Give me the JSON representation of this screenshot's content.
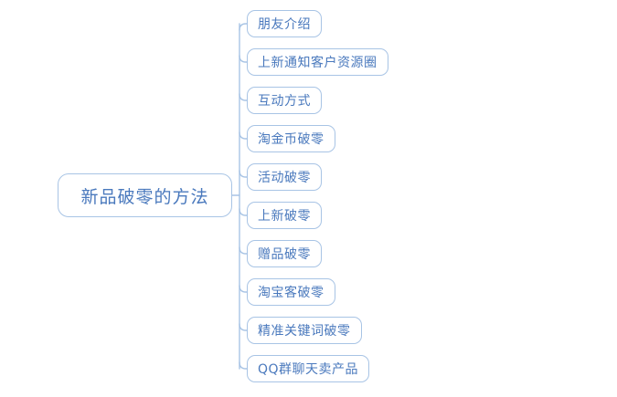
{
  "diagram": {
    "type": "mind-map",
    "background_color": "#ffffff",
    "node_border_color": "#a8c4e5",
    "node_text_color": "#4a79bd",
    "connector_color": "#a8c4e5",
    "root": {
      "label": "新品破零的方法"
    },
    "children": [
      {
        "label": "朋友介绍"
      },
      {
        "label": "上新通知客户资源圈"
      },
      {
        "label": "互动方式"
      },
      {
        "label": "淘金币破零"
      },
      {
        "label": "活动破零"
      },
      {
        "label": "上新破零"
      },
      {
        "label": "赠品破零"
      },
      {
        "label": "淘宝客破零"
      },
      {
        "label": "精准关键词破零"
      },
      {
        "label": "QQ群聊天卖产品"
      }
    ]
  }
}
